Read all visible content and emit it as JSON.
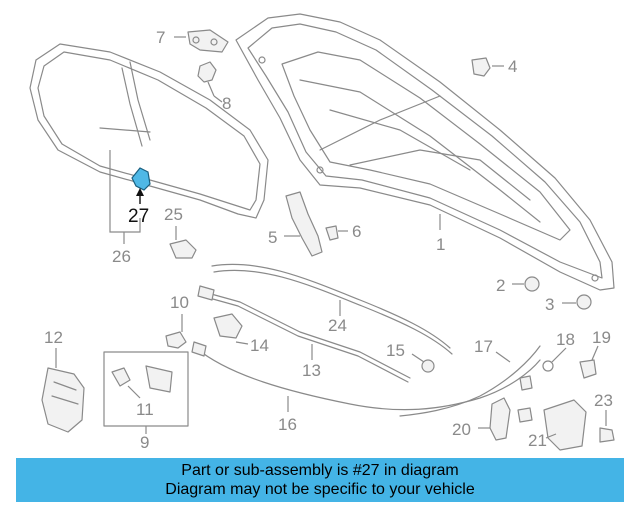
{
  "callouts": {
    "c1": "1",
    "c2": "2",
    "c3": "3",
    "c4": "4",
    "c5": "5",
    "c6": "6",
    "c7": "7",
    "c8": "8",
    "c9": "9",
    "c10": "10",
    "c11": "11",
    "c12": "12",
    "c13": "13",
    "c14": "14",
    "c15": "15",
    "c16": "16",
    "c17": "17",
    "c18": "18",
    "c19": "19",
    "c20": "20",
    "c21": "21",
    "c23": "23",
    "c24": "24",
    "c25": "25",
    "c26": "26",
    "c27": "27"
  },
  "highlight_part": "27",
  "colors": {
    "banner_bg": "#44b4e6",
    "highlight_fill": "#4fb8e6",
    "line": "#8a8a8a"
  },
  "banner": {
    "line1": "Part or sub-assembly is #27 in diagram",
    "line2": "Diagram may not be specific to your vehicle"
  }
}
